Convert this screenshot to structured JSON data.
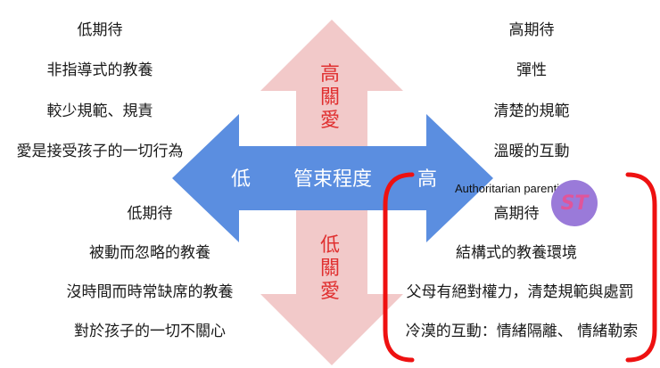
{
  "arrow_labels": {
    "low": "低",
    "axis": "管束程度",
    "high": "高",
    "top": [
      "高",
      "關",
      "愛"
    ],
    "bottom": [
      "低",
      "關",
      "愛"
    ]
  },
  "quadrants": {
    "top_left": [
      "低期待",
      "非指導式的教養",
      "較少規範、規責",
      "愛是接受孩子的一切行為"
    ],
    "top_right": [
      "高期待",
      "彈性",
      "清楚的規範",
      "溫暖的互動"
    ],
    "bottom_left": [
      "低期待",
      "被動而忽略的教養",
      "沒時間而時常缺席的教養",
      "對於孩子的一切不關心"
    ],
    "bottom_right": [
      "高期待",
      "結構式的教養環境",
      "父母有絕對權力，清楚規範與處罰",
      "冷漠的互動：情緒隔離、 情緒勒索"
    ]
  },
  "annotation": "Authoritarian parenting",
  "badge_text": "ST",
  "colors": {
    "horizontal_arrow": "#5b8ee0",
    "vertical_arrow": "#f2c9c9",
    "vertical_text": "#e03030",
    "bracket": "#ee1111",
    "badge": "#9a7ad9"
  }
}
